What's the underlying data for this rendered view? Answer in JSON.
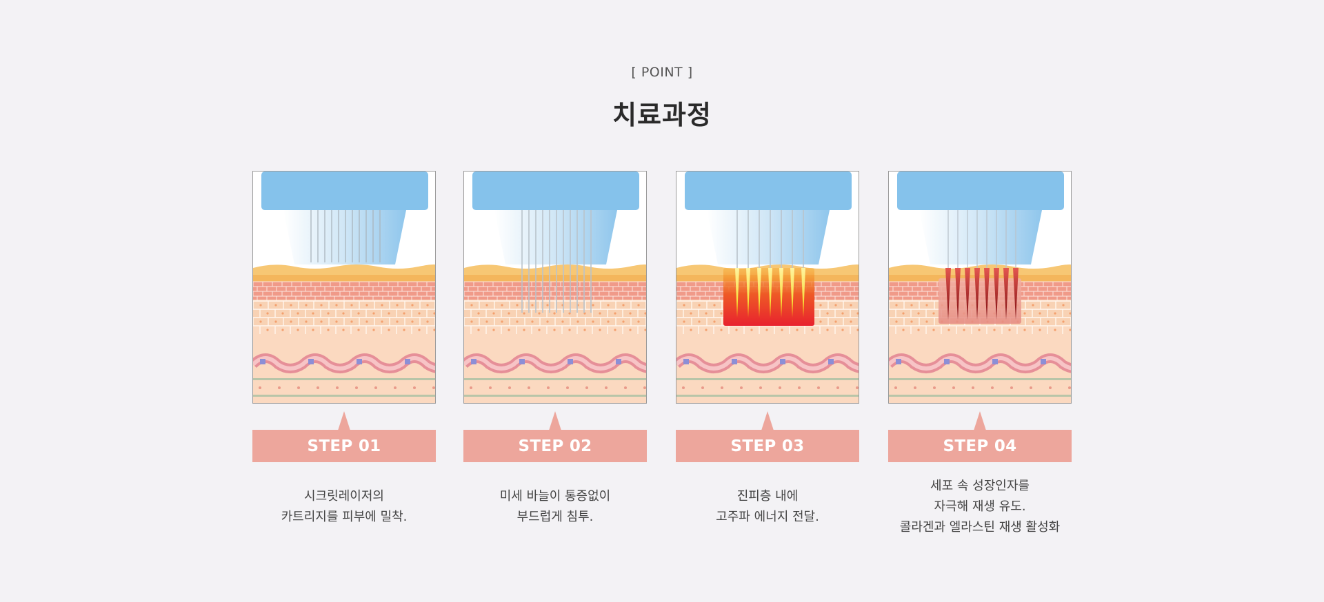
{
  "header": {
    "eyebrow": "[ POINT ]",
    "title": "치료과정"
  },
  "colors": {
    "background": "#f3f2f5",
    "badge": "#eda69c",
    "device": "#85c2eb",
    "energy": "#e8262e"
  },
  "steps": [
    {
      "label": "STEP 01",
      "desc": "시크릿레이저의\n카트리지를 피부에 밀착.",
      "stage": "contact"
    },
    {
      "label": "STEP 02",
      "desc": "미세 바늘이 통증없이\n부드럽게 침투.",
      "stage": "penetrate"
    },
    {
      "label": "STEP 03",
      "desc": "진피층 내에\n고주파 에너지 전달.",
      "stage": "energy"
    },
    {
      "label": "STEP 04",
      "desc": "세포 속 성장인자를\n자극해 재생 유도.\n콜라겐과 엘라스틴 재생 활성화",
      "stage": "regenerate"
    }
  ]
}
